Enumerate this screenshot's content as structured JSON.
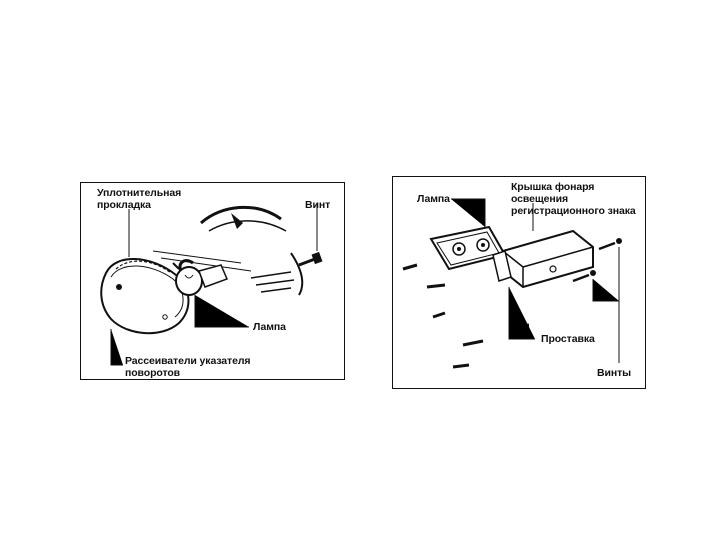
{
  "figures": [
    {
      "labels": {
        "gasket_line1": "Уплотнительная",
        "gasket_line2": "прокладка",
        "screw": "Винт",
        "lamp": "Лампа",
        "lens_line1": "Рассеиватели указателя",
        "lens_line2": "поворотов"
      }
    },
    {
      "labels": {
        "lamp": "Лампа",
        "cover_line1": "Крышка фонаря освещения",
        "cover_line2": "регистрационного знака",
        "spacer": "Проставка",
        "screws": "Винты"
      }
    }
  ],
  "colors": {
    "ink": "#111111",
    "background": "#ffffff"
  }
}
